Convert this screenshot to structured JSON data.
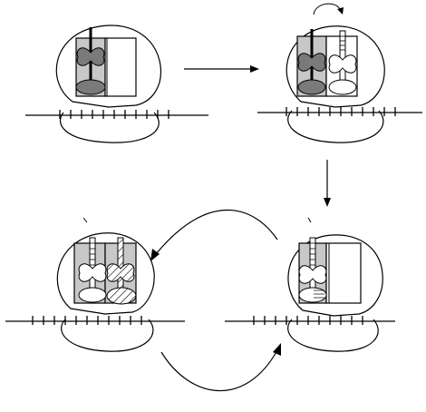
{
  "diagram": {
    "stages": [
      {
        "id": "stage-1",
        "slots": [
          "dark-trna",
          "empty"
        ]
      },
      {
        "id": "stage-2",
        "slots": [
          "dark-trna",
          "light-trna"
        ]
      },
      {
        "id": "stage-3",
        "slots": [
          "light-trna",
          "empty"
        ]
      },
      {
        "id": "stage-4",
        "slots": [
          "light-trna",
          "hatched-trna"
        ]
      }
    ],
    "colors": {
      "ink": "#000000",
      "pocket": "#c8c8c8",
      "dark": "#7a7a7a",
      "paper": "#ffffff"
    }
  }
}
